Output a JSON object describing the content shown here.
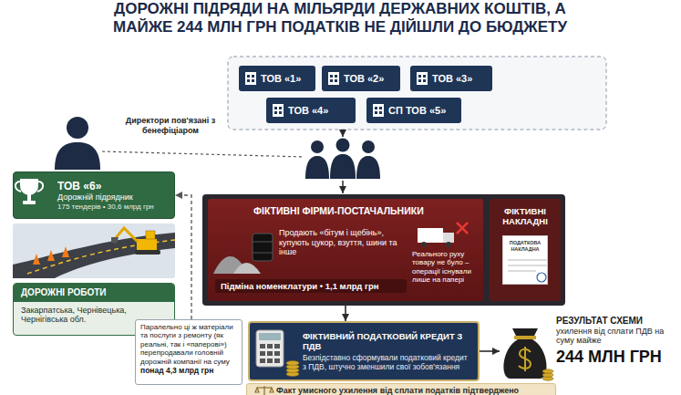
{
  "diagram": {
    "title": "ДОРОЖНІ ПІДРЯДИ НА МІЛЬЯРДИ ДЕРЖАВНИХ КОШТІВ, А МАЙЖЕ 244 МЛН ГРН ПОДАТКІВ НЕ ДІЙШЛИ ДО БЮДЖЕТУ",
    "nodes": [
      {
        "text": [
          "ТОВ «1»"
        ]
      },
      {
        "text": [
          "ТОВ «2»"
        ]
      },
      {
        "text": [
          "ТОВ «3»"
        ]
      },
      {
        "text": [
          "ТОВ «4»"
        ]
      },
      {
        "text": [
          "СП ТОВ «5»"
        ]
      },
      {
        "text": [
          "ТОВ «6»",
          "Дорожній підрядник",
          "175 тендерів • 30,6 млрд грн"
        ]
      },
      {
        "text": [
          "ФІКТИВНІ ФІРМИ-ПОСТАЧАЛЬНИКИ",
          "Продають «бітум і щебінь», купують цукор, взуття, шини та інше",
          "Реального руху товару не було – операції існували лише на папері",
          "Підміна номенклатури • 1,1 млрд грн"
        ]
      },
      {
        "text": [
          "ФІКТИВНІ НАКЛАДНІ",
          "ПОДАТКОВА НАКЛАДНА"
        ]
      },
      {
        "text": [
          "ДОРОЖНІ РОБОТИ",
          "Закарпатська, Чернівецька, Чернігівська обл."
        ]
      },
      {
        "text": [
          "Паралельно ці ж матеріали та послуги з ремонту (як реальні, так і «паперові») перепродавали головній дорожній компанії на суму",
          "понад 4,3 млрд грн"
        ]
      },
      {
        "text": [
          "ФІКТИВНИЙ ПОДАТКОВИЙ КРЕДИТ З ПДВ",
          "Безпідставно сформували податковий кредит з ПДВ, штучно зменшили свої зобов'язання"
        ]
      },
      {
        "text": [
          "РЕЗУЛЬТАТ СХЕМИ",
          "ухилення від сплати ПДВ на суму майже",
          "244 МЛН ГРН"
        ]
      },
      {
        "text": [
          "Факт умисного ухилення від сплати податків підтверджено"
        ]
      }
    ],
    "edges": [
      {
        "from": 6,
        "to": 10,
        "arrow": "to"
      },
      {
        "from": 10,
        "to": 11,
        "arrow": "to"
      },
      {
        "from": 9,
        "to": 5,
        "arrow": "to"
      }
    ],
    "labels": [
      "Директори пов'язані з бенефіціаром"
    ]
  }
}
